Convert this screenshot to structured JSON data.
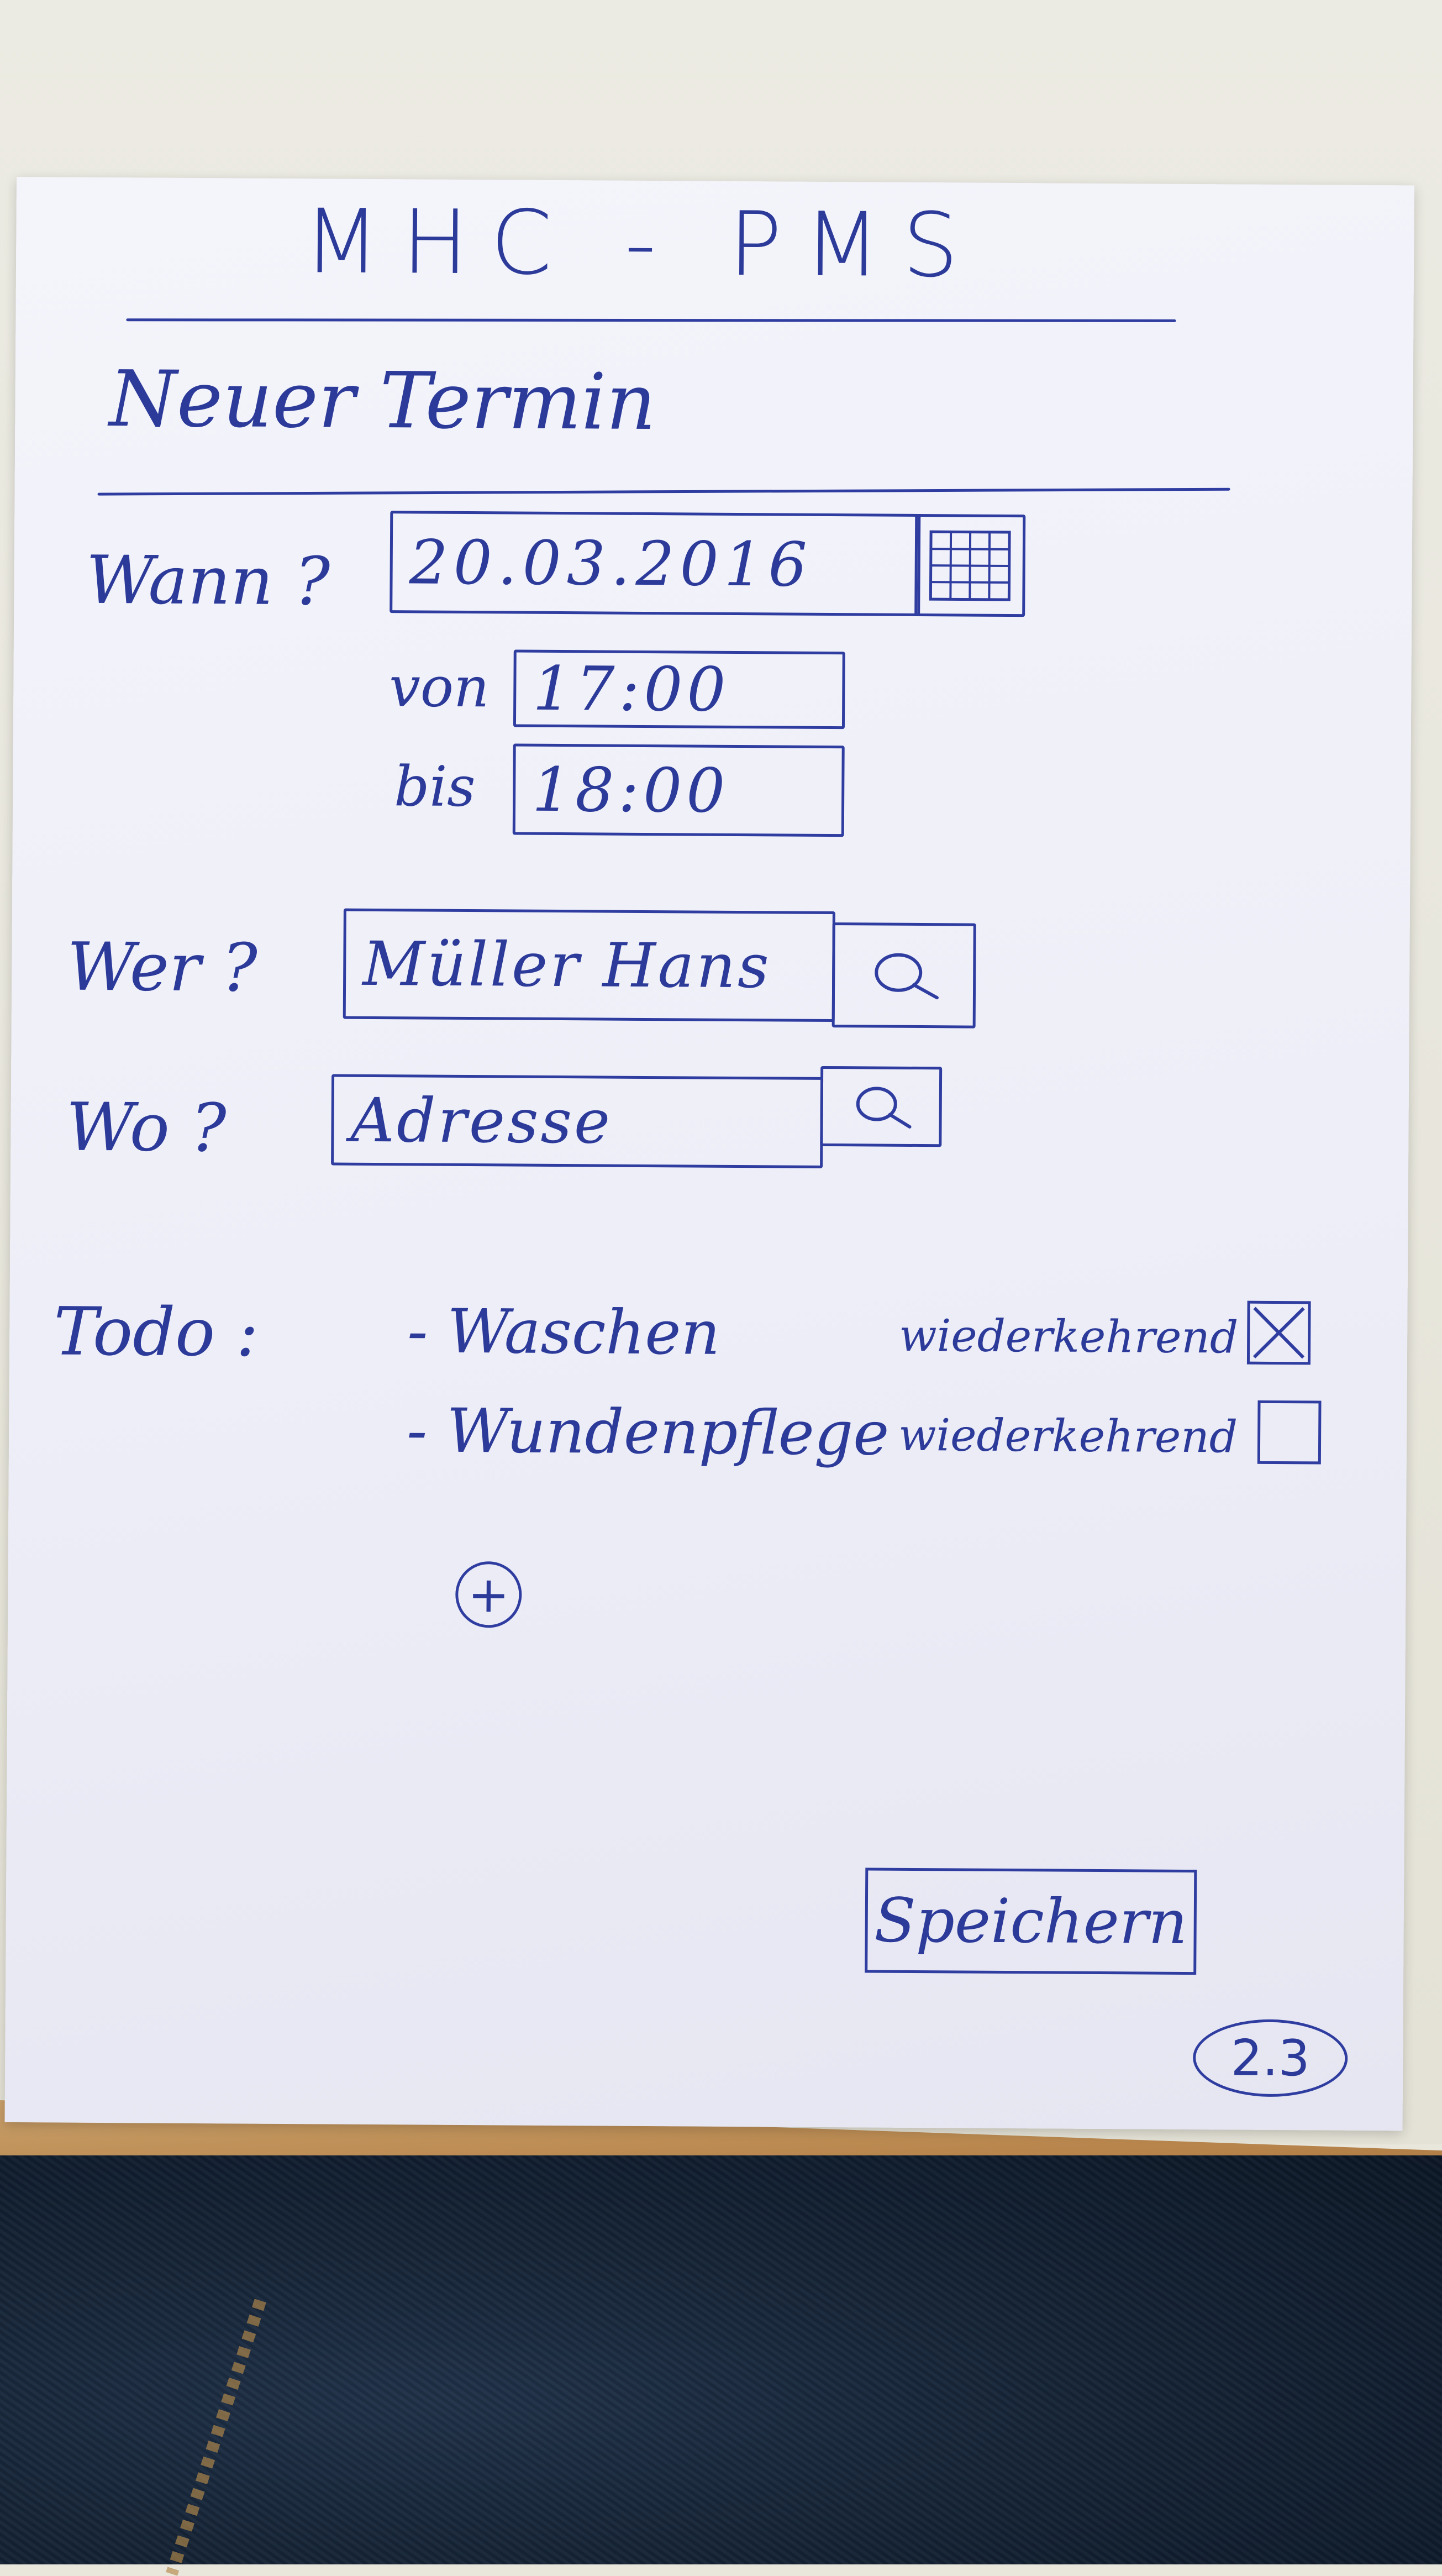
{
  "app": {
    "title": "MHC - PMS"
  },
  "screen": {
    "title": "Neuer Termin"
  },
  "when": {
    "label": "Wann ?",
    "date_value": "20.03.2016",
    "from_label": "von",
    "from_value": "17:00",
    "to_label": "bis",
    "to_value": "18:00"
  },
  "who": {
    "label": "Wer ?",
    "value": "Müller Hans"
  },
  "where": {
    "label": "Wo ?",
    "value": "Adresse"
  },
  "todo": {
    "label": "Todo :",
    "items": [
      {
        "text": "- Waschen",
        "recurring_label": "wiederkehrend",
        "checked": true
      },
      {
        "text": "- Wundenpflege",
        "recurring_label": "wiederkehrend",
        "checked": false
      }
    ],
    "add_symbol": "+"
  },
  "actions": {
    "save_label": "Speichern"
  },
  "page_number": "2.3",
  "icons": {
    "calendar": "calendar-icon",
    "search": "search-icon",
    "add": "plus-icon",
    "check": "check-x-icon"
  },
  "colors": {
    "ink": "#2c3a9a",
    "paper": "#eeeef8"
  }
}
